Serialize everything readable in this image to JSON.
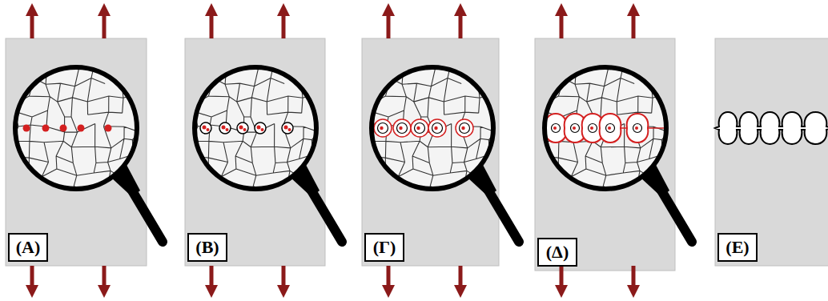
{
  "diagram": {
    "nodes": [
      {
        "text": [
          "(A)"
        ]
      },
      {
        "text": [
          "(B)"
        ]
      },
      {
        "text": [
          "(Γ)"
        ]
      },
      {
        "text": [
          "(Δ)"
        ]
      },
      {
        "text": [
          "(E)"
        ]
      }
    ]
  }
}
